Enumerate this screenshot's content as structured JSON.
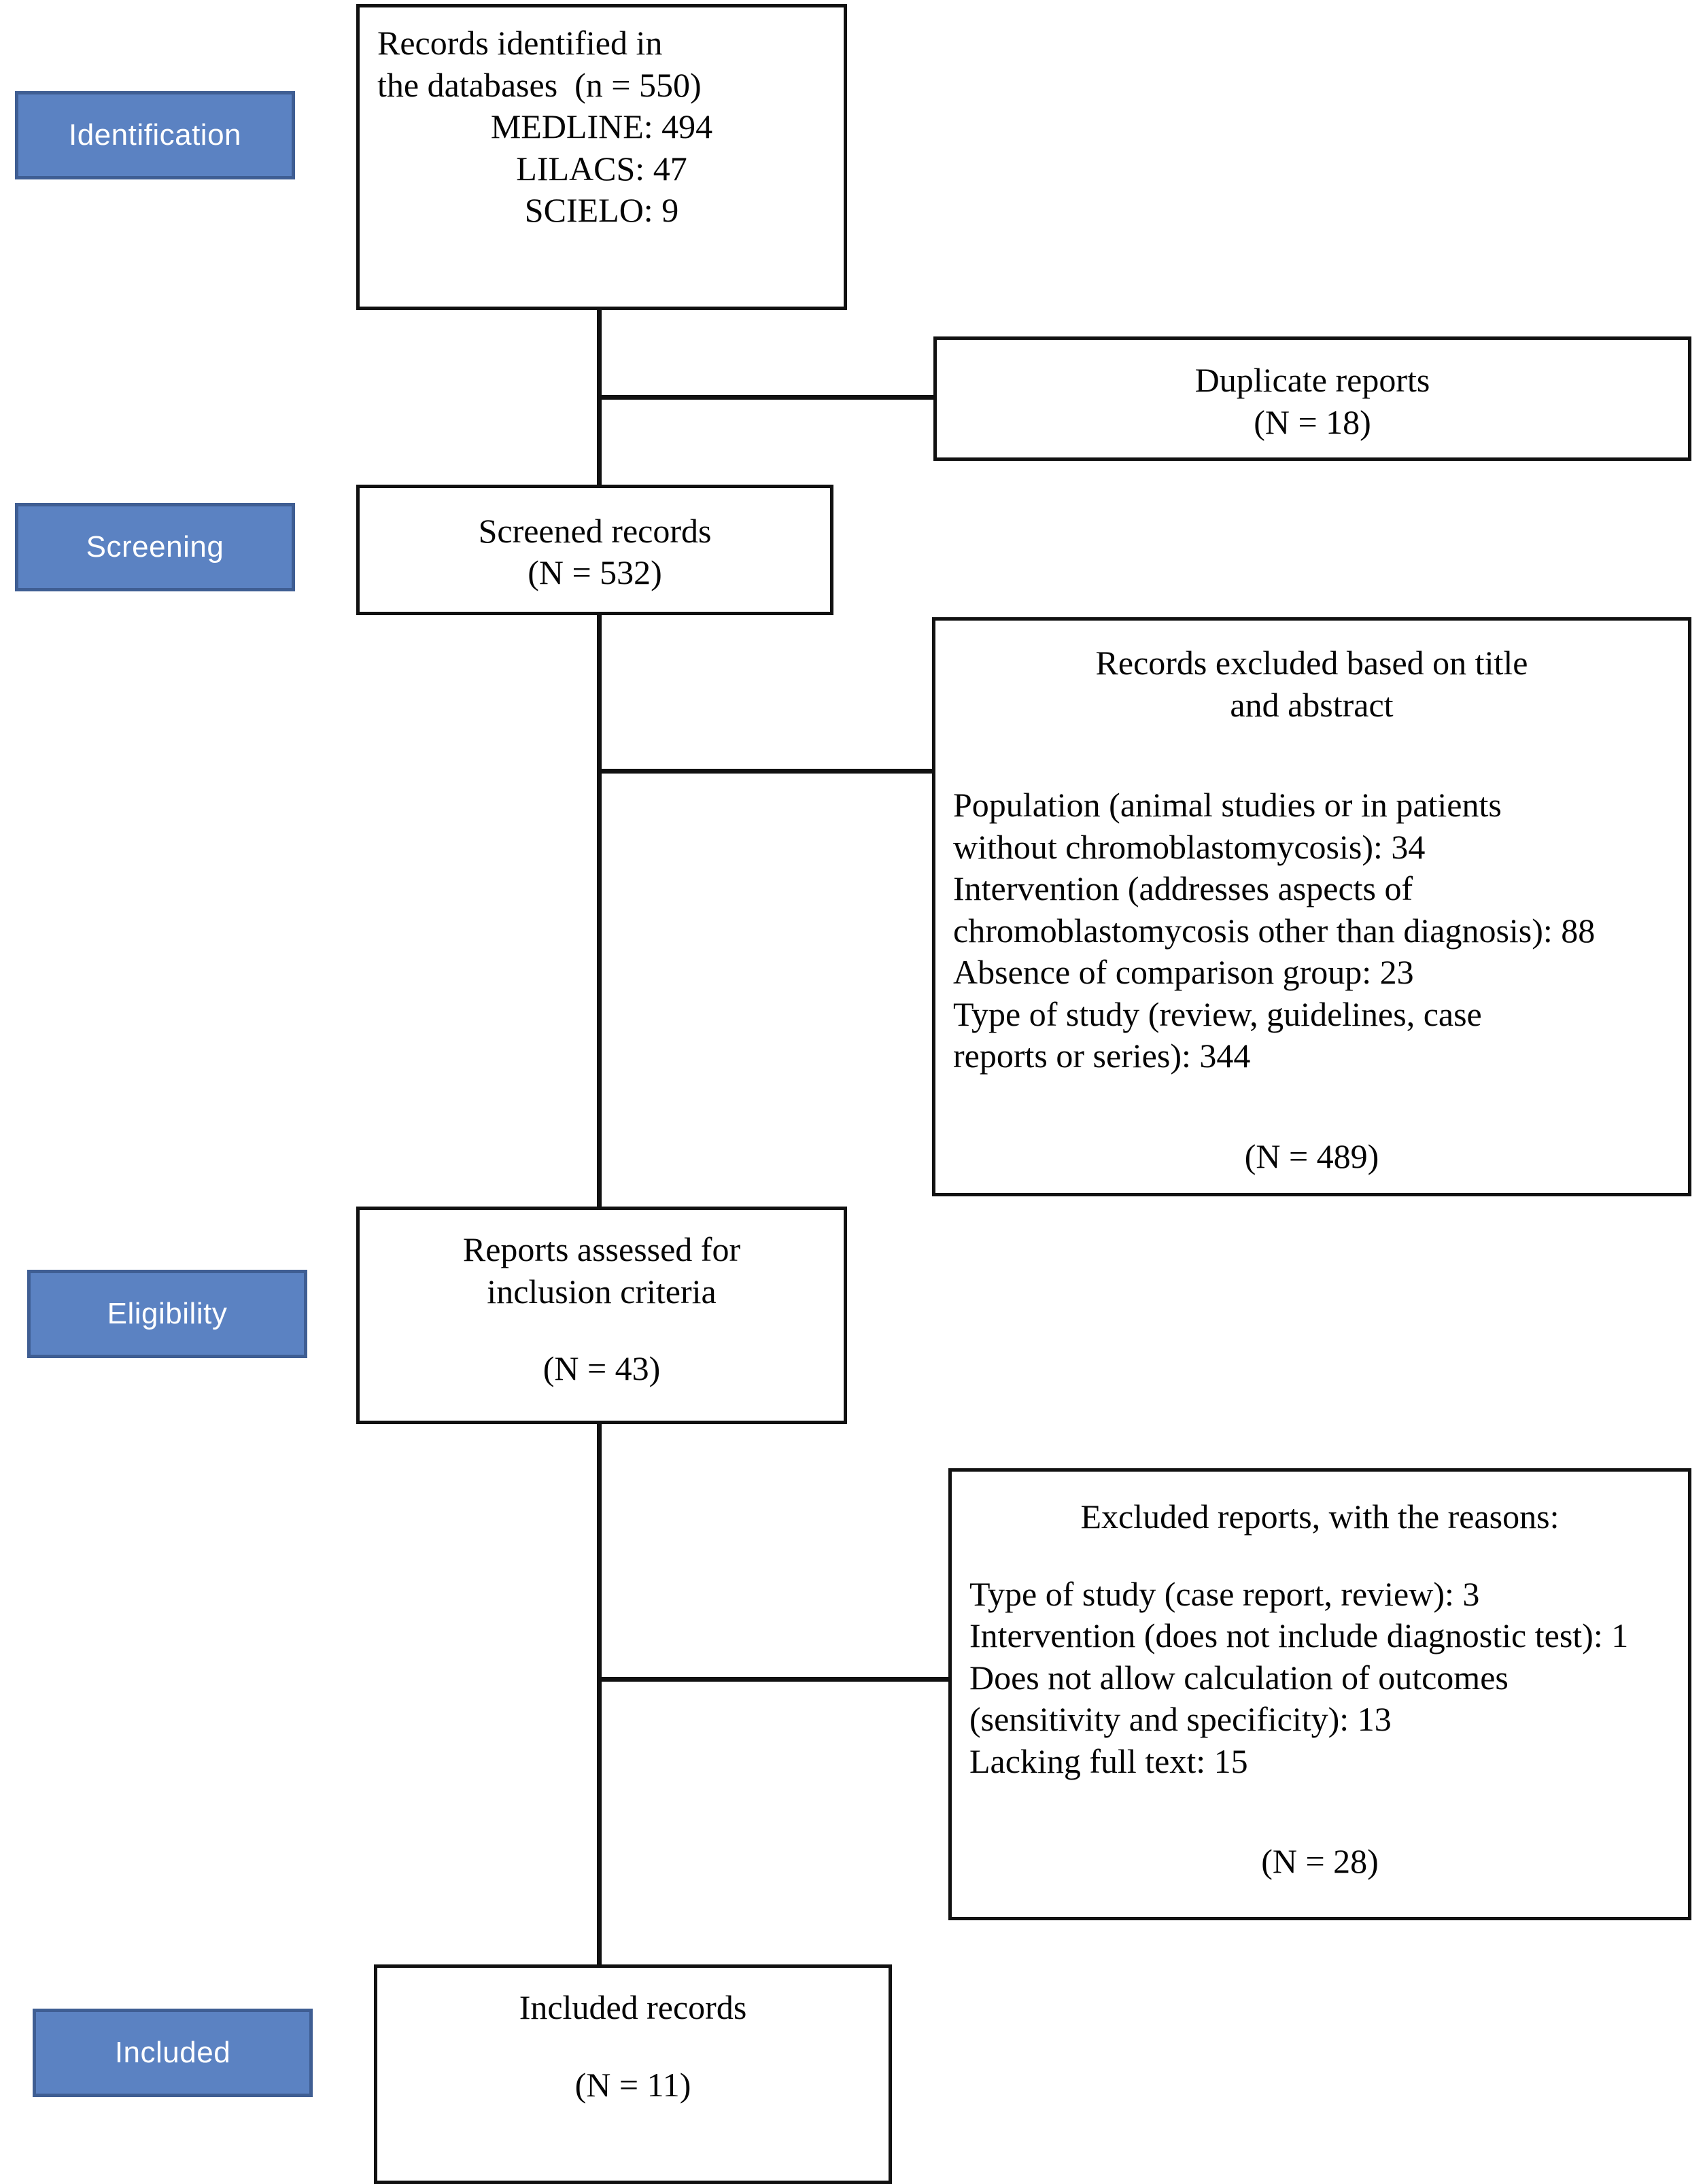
{
  "diagram": {
    "title": "PRISMA study selection flow diagram",
    "accent_color": "#5B82C2",
    "accent_border_color": "#3F5E93",
    "box_border_color": "#111111",
    "background_color": "#FFFFFF"
  },
  "stages": [
    {
      "label": "Identification"
    },
    {
      "label": "Screening"
    },
    {
      "label": "Eligibility"
    },
    {
      "label": "Included"
    }
  ],
  "boxes": {
    "identification": {
      "name": "records-identified",
      "lines": [
        "Records identified in",
        "the databases  (n = 550)",
        "MEDLINE: 494",
        "LILACS: 47",
        "SCIELO: 9"
      ]
    },
    "duplicates": {
      "name": "duplicate-reports",
      "lines": [
        "Duplicate reports",
        "(N = 18)"
      ]
    },
    "screened": {
      "name": "screened-records",
      "lines": [
        "Screened records",
        "(N = 532)"
      ]
    },
    "excluded_title_abstract": {
      "name": "records-excluded-title-abstract",
      "heading": [
        "Records excluded based on title",
        "and abstract"
      ],
      "reasons": [
        "Population (animal studies or in patients",
        "without chromoblastomycosis): 34",
        "Intervention (addresses aspects of",
        "chromoblastomycosis other than diagnosis): 88",
        "Absence of comparison group: 23",
        "Type of study (review, guidelines, case",
        "reports or series): 344"
      ],
      "total": "(N = 489)"
    },
    "eligibility": {
      "name": "reports-assessed",
      "lines": [
        "Reports assessed for",
        "inclusion criteria"
      ],
      "total": "(N = 43)"
    },
    "excluded_full_text": {
      "name": "excluded-reports-reasons",
      "heading": "Excluded reports, with the reasons:",
      "reasons": [
        "Type of study (case report, review): 3",
        "Intervention (does not include diagnostic test): 1",
        "Does not allow calculation of outcomes",
        "(sensitivity and specificity): 13",
        "Lacking full text: 15"
      ],
      "total": "(N = 28)"
    },
    "included": {
      "name": "included-records",
      "lines": [
        "Included records"
      ],
      "total": "(N = 11)"
    }
  },
  "counts": {
    "identified_total": 550,
    "medline": 494,
    "lilacs": 47,
    "scielo": 9,
    "duplicates": 18,
    "screened": 532,
    "excluded_title_abstract": 489,
    "excluded_population": 34,
    "excluded_intervention": 88,
    "excluded_no_comparison": 23,
    "excluded_study_type": 344,
    "assessed_full_text": 43,
    "excluded_full_text": 28,
    "excluded_ft_study_type": 3,
    "excluded_ft_intervention": 1,
    "excluded_ft_outcomes": 13,
    "excluded_ft_lacking_text": 15,
    "included": 11
  }
}
